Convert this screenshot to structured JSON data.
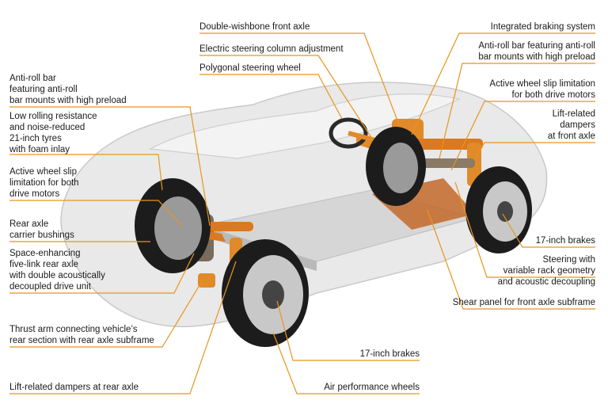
{
  "colors": {
    "leader": "#e8951e",
    "part_orange": "#e07a1f",
    "part_dark": "#6a5a48",
    "body": "#c9c9c9",
    "tire": "#1c1c1c"
  },
  "labels": {
    "double_wishbone": "Double-wishbone front axle",
    "electric_steering": "Electric steering column adjustment",
    "polygonal_wheel": "Polygonal steering wheel",
    "integrated_braking": "Integrated braking system",
    "antiroll_front": "Anti-roll bar featuring anti-roll\nbar mounts with high preload",
    "slip_front": "Active wheel slip limitation\nfor both drive motors",
    "lift_front": "Lift-related\ndampers\nat front axle",
    "brakes_front": "17-inch brakes",
    "steering_rack": "Steering with\nvariable rack geometry\nand acoustic decoupling",
    "shear_panel": "Shear panel for front axle subframe",
    "antiroll_rear": "Anti-roll bar\nfeaturing anti-roll\nbar mounts with high preload",
    "tyres": "Low rolling resistance\nand noise-reduced\n21-inch tyres\nwith foam inlay",
    "slip_rear": "Active wheel slip\nlimitation for both\ndrive motors",
    "carrier_bushings": "Rear axle\ncarrier bushings",
    "five_link": "Space-enhancing\nfive-link rear axle\nwith double acoustically\ndecoupled drive unit",
    "thrust_arm": "Thrust arm connecting vehicle’s\nrear section with rear axle subframe",
    "brakes_rear": "17-inch brakes",
    "lift_rear": "Lift-related dampers at rear axle",
    "air_wheels": "Air performance wheels"
  }
}
